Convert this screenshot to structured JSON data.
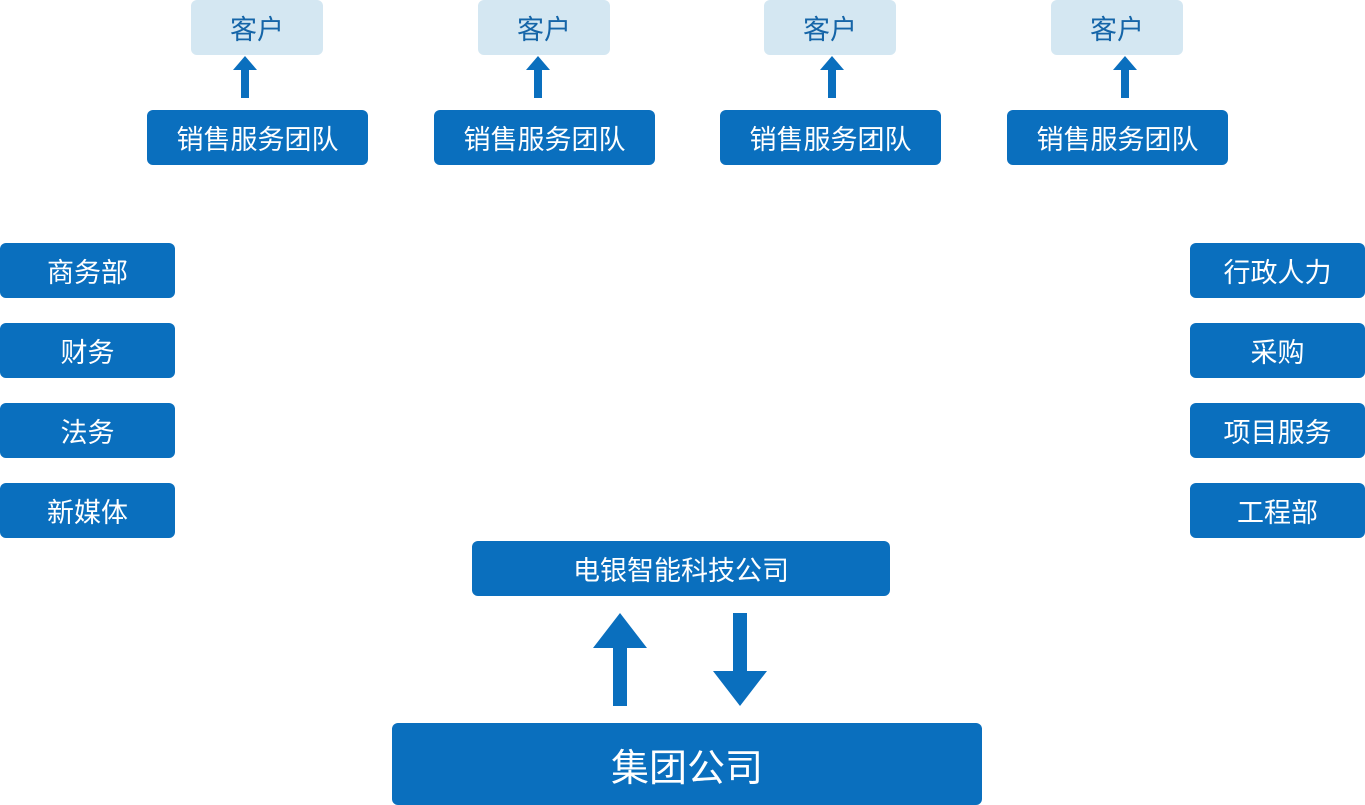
{
  "top_row": [
    {
      "client": "客户",
      "team": "销售服务团队"
    },
    {
      "client": "客户",
      "team": "销售服务团队"
    },
    {
      "client": "客户",
      "team": "销售服务团队"
    },
    {
      "client": "客户",
      "team": "销售服务团队"
    }
  ],
  "left_departments": [
    "商务部",
    "财务",
    "法务",
    "新媒体"
  ],
  "right_departments": [
    "行政人力",
    "采购",
    "项目服务",
    "工程部"
  ],
  "middle_company": "电银智能科技公司",
  "group_company": "集团公司",
  "colors": {
    "primary": "#0a6fbe",
    "client_bg": "#d4e7f2",
    "client_text": "#1565a8"
  }
}
